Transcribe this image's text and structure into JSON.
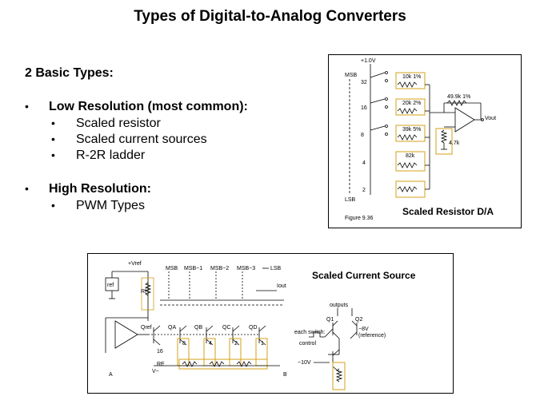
{
  "slide": {
    "title": "Types of Digital-to-Analog Converters",
    "subheading": "2 Basic Types:"
  },
  "sections": [
    {
      "heading": "Low Resolution (most common):",
      "items": [
        "Scaled resistor",
        "Scaled current sources",
        "R-2R ladder"
      ]
    },
    {
      "heading": "High Resolution:",
      "items": [
        "PWM Types"
      ]
    }
  ],
  "figure_resistor": {
    "caption": "Scaled Resistor  D/A",
    "supply": "+1.0V",
    "msb": "MSB",
    "lsb": "LSB",
    "figure_no": "Figure 9.36",
    "weights": [
      "32",
      "16",
      "8",
      "4",
      "2"
    ],
    "resistors": [
      "10k 1%",
      "20k 2%",
      "39k 5%",
      "82k"
    ],
    "feedback": "49.9k 1%",
    "load": "4.7k",
    "vout": "Vout",
    "highlight_color": "#d4a017"
  },
  "figure_current": {
    "caption": "Scaled Current Source",
    "vref": "+Vref",
    "ref": "ref",
    "rf": "Rf",
    "bits": [
      "MSB",
      "MSB−1",
      "MSB−2",
      "MSB−3"
    ],
    "lsb": "LSB",
    "iout": "Iout",
    "transistors": [
      "Qref",
      "QA",
      "QB",
      "QC",
      "QD"
    ],
    "re": "RE",
    "emitter_values": [
      "16",
      "8",
      "4",
      "2",
      "1"
    ],
    "vminus": "V−",
    "corner_a": "A",
    "corner_b": "B",
    "each_switch": "each switch:",
    "control": "control",
    "outputs": "outputs",
    "q1": "Q1",
    "q2": "Q2",
    "minus8v": "−8V",
    "reference": "(reference)",
    "minus10v": "−10V"
  }
}
